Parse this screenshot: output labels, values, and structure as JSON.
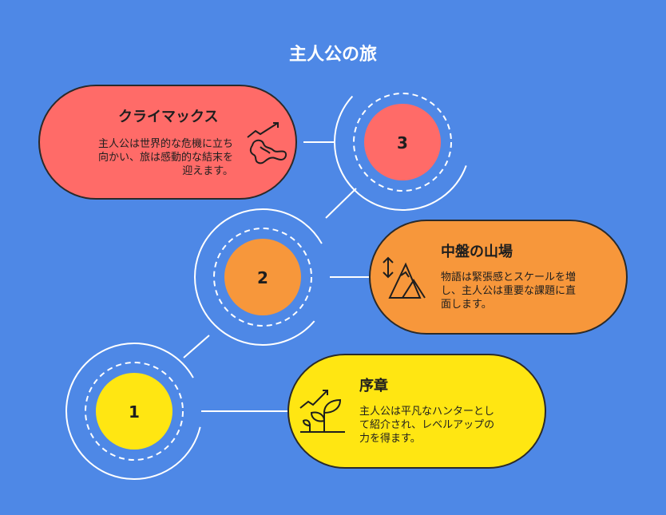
{
  "title": "主人公の旅",
  "steps": [
    {
      "number": "3",
      "heading": "クライマックス",
      "lines": [
        "主人公は世界的な危機に立ち",
        "向かい、旅は感動的な結末を",
        "迎えます。"
      ],
      "color": "#ff6b68",
      "icon": "climax-chart-icon"
    },
    {
      "number": "2",
      "heading": "中盤の山場",
      "lines": [
        "物語は緊張感とスケールを増",
        "し、主人公は重要な課題に直",
        "面します。"
      ],
      "color": "#f7973b",
      "icon": "mountain-arrows-icon"
    },
    {
      "number": "1",
      "heading": "序章",
      "lines": [
        "主人公は平凡なハンターとし",
        "て紹介され、レベルアップの",
        "力を得ます。"
      ],
      "color": "#ffe612",
      "icon": "sprout-growth-icon"
    }
  ],
  "colors": {
    "background": "#4e88e6",
    "stroke": "#ffffff",
    "outline": "#2a2a2a"
  }
}
